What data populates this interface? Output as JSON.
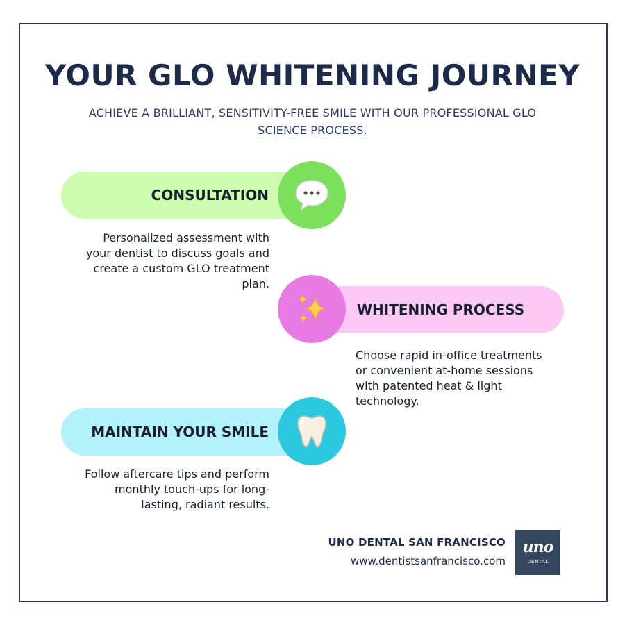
{
  "header": {
    "title": "YOUR GLO WHITENING JOURNEY",
    "subtitle": "ACHIEVE A BRILLIANT, SENSITIVITY-FREE SMILE WITH OUR PROFESSIONAL GLO SCIENCE PROCESS."
  },
  "steps": [
    {
      "label": "CONSULTATION",
      "icon": "speech-bubble-icon",
      "pill_color": "#cdfbb0",
      "circle_color": "#7de05c",
      "description": "Personalized assessment with your dentist to discuss goals and create a custom GLO treatment plan."
    },
    {
      "label": "WHITENING PROCESS",
      "icon": "sparkles-icon",
      "pill_color": "#fcc9f6",
      "circle_color": "#ea7ae3",
      "description": "Choose rapid in-office treatments or convenient at-home sessions with patented heat & light technology."
    },
    {
      "label": "MAINTAIN YOUR SMILE",
      "icon": "tooth-icon",
      "pill_color": "#b3f2fa",
      "circle_color": "#2cc9de",
      "description": "Follow aftercare tips and perform monthly touch-ups for long-lasting, radiant results."
    }
  ],
  "footer": {
    "practice_name": "UNO DENTAL SAN FRANCISCO",
    "website": "www.dentistsanfrancisco.com",
    "logo_script": "uno",
    "logo_sub": "DENTAL"
  }
}
